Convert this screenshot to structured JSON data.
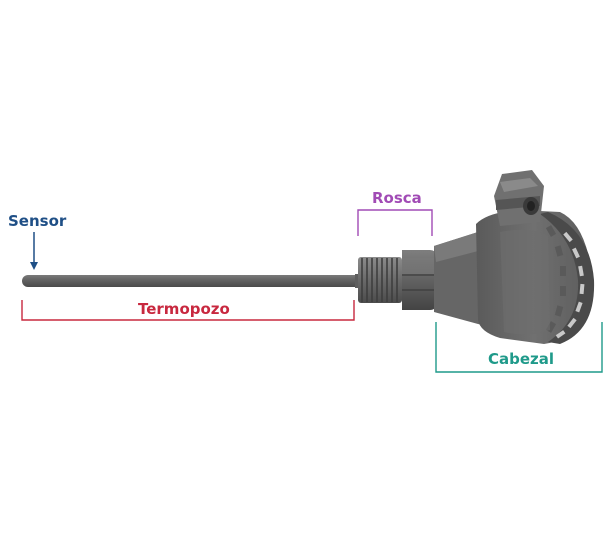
{
  "labels": {
    "sensor": "Sensor",
    "rosca": "Rosca",
    "termopozo": "Termopozo",
    "cabezal": "Cabezal"
  },
  "colors": {
    "sensor": "#1f4f86",
    "rosca": "#a14bb5",
    "termopozo": "#c8283f",
    "cabezal": "#1f9a8a",
    "metal_dark": "#555555",
    "metal_mid": "#6c6c6c",
    "metal_light": "#8a8a8a"
  }
}
